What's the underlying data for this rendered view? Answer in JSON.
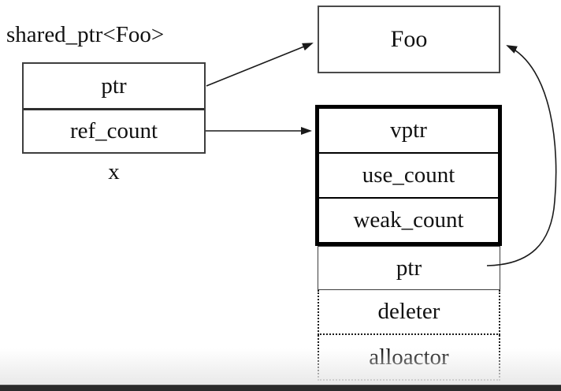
{
  "diagram": {
    "title_label": "shared_ptr<Foo>",
    "stack_box": {
      "rows": [
        "ptr",
        "ref_count"
      ],
      "caption": "x"
    },
    "foo_box": {
      "label": "Foo"
    },
    "control_block": {
      "rows": [
        "vptr",
        "use_count",
        "weak_count"
      ]
    },
    "ptr_row_label": "ptr",
    "deleter_row_label": "deleter",
    "allocator_row_label": "alloactor",
    "colors": {
      "background": "#ffffff",
      "thin_border": "#3e3e3e",
      "thick_border": "#000000",
      "arrow_line": "#1a1a1a",
      "text": "#111111",
      "bottom_bar": "#2b2b2b"
    }
  }
}
